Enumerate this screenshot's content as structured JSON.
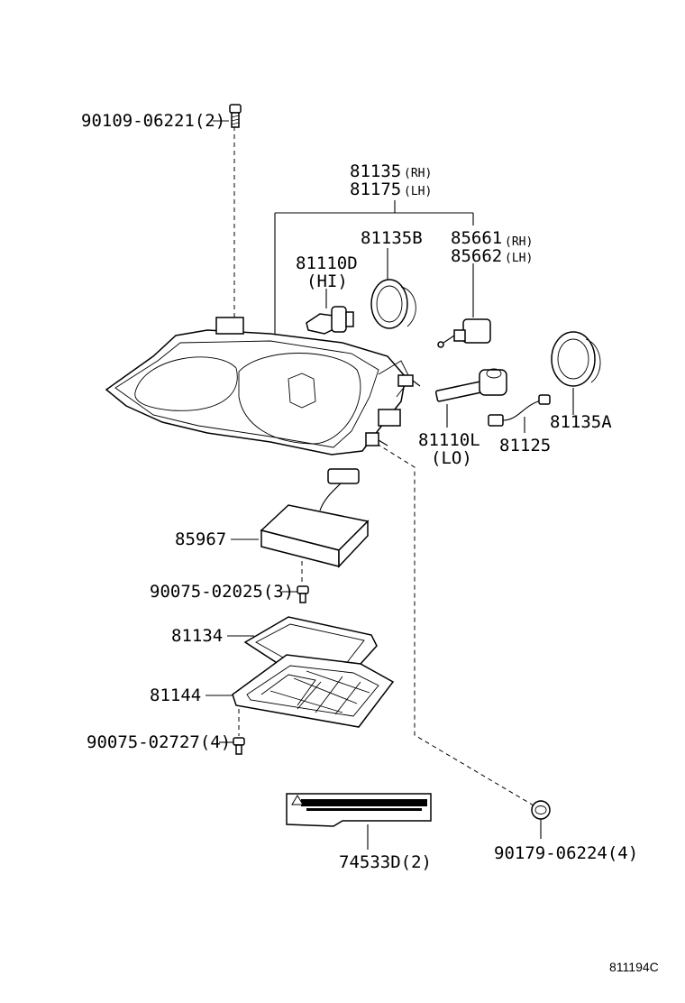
{
  "labels": {
    "screw_top": "90109-06221(2)",
    "headlamp_rh": "81135",
    "headlamp_rh_side": "(RH)",
    "headlamp_lh": "81175",
    "headlamp_lh_side": "(LH)",
    "cover_b": "81135B",
    "bulb_hi": "81110D",
    "bulb_hi_note": "(HI)",
    "socket_rh": "85661",
    "socket_rh_side": "(RH)",
    "socket_lh": "85662",
    "socket_lh_side": "(LH)",
    "bulb_lo": "81110L",
    "bulb_lo_note": "(LO)",
    "wire": "81125",
    "cover_a": "81135A",
    "ballast": "85967",
    "screw_ballast": "90075-02025(3)",
    "gasket": "81134",
    "bracket": "81144",
    "screw_bracket": "90075-02727(4)",
    "caution_label": "74533D(2)",
    "nut": "90179-06224(4)",
    "diagram_code": "811194C"
  }
}
